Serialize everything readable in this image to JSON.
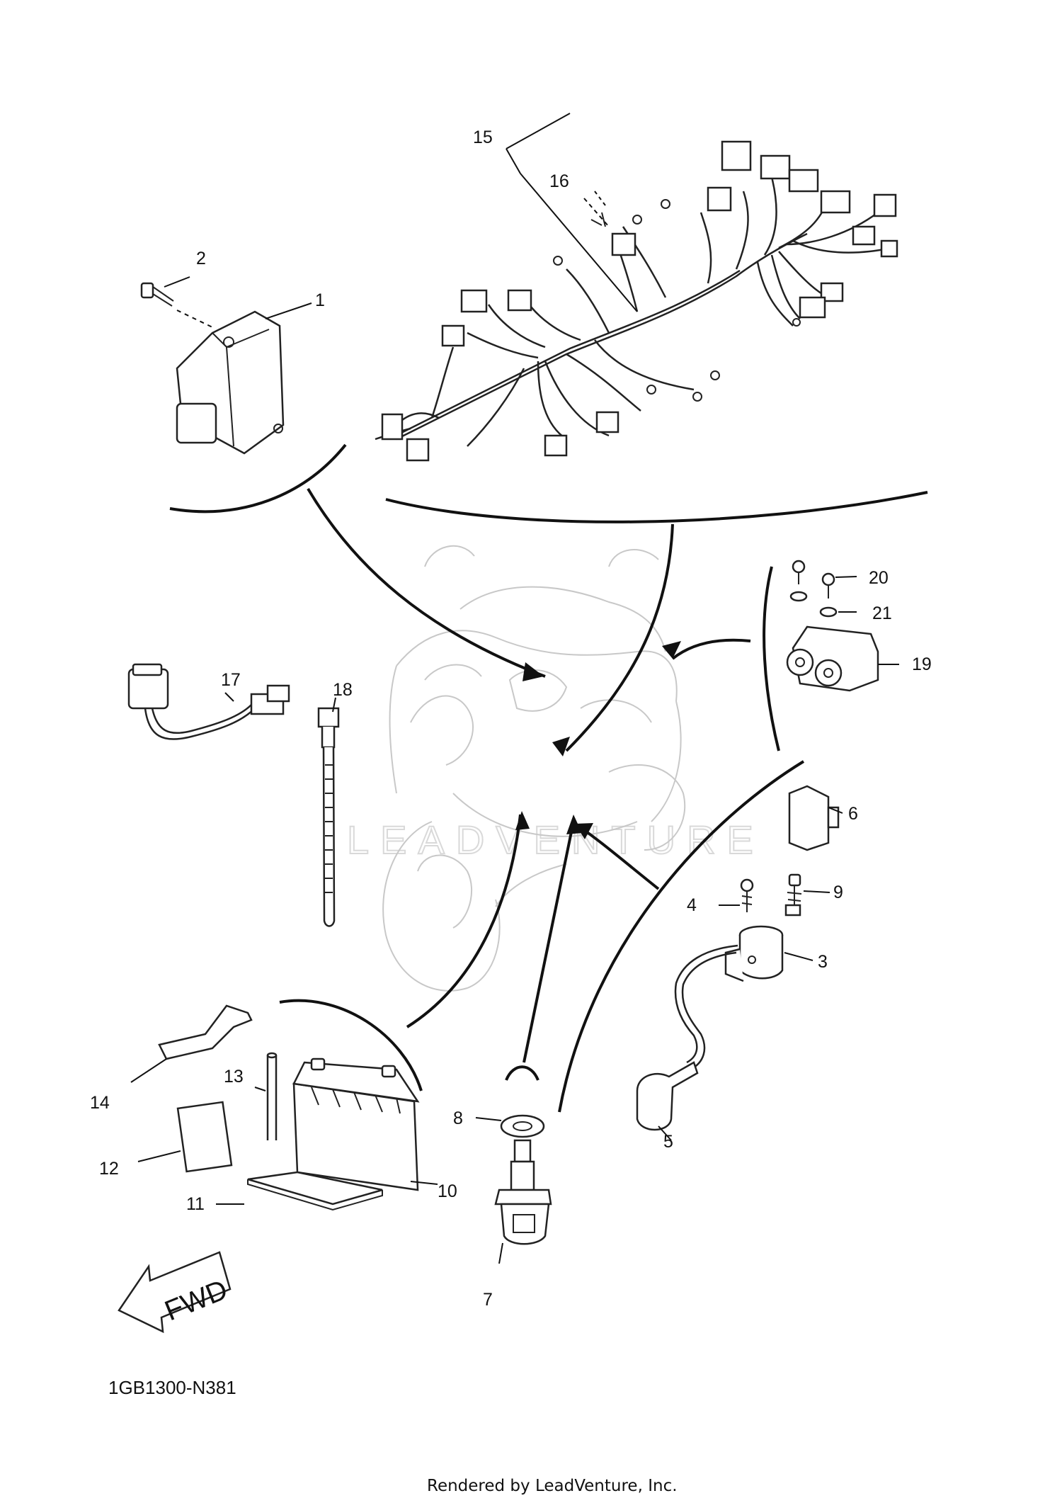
{
  "diagram": {
    "callouts": {
      "c1": "1",
      "c2": "2",
      "c3": "3",
      "c4": "4",
      "c5": "5",
      "c6": "6",
      "c7": "7",
      "c8": "8",
      "c9": "9",
      "c10": "10",
      "c11": "11",
      "c12": "12",
      "c13": "13",
      "c14": "14",
      "c15": "15",
      "c16": "16",
      "c17": "17",
      "c18": "18",
      "c19": "19",
      "c20": "20",
      "c21": "21"
    },
    "fwd_label": "FWD",
    "watermark": "LEADVENTURE",
    "drawing_code": "1GB1300-N381",
    "footer": "Rendered by LeadVenture, Inc."
  }
}
